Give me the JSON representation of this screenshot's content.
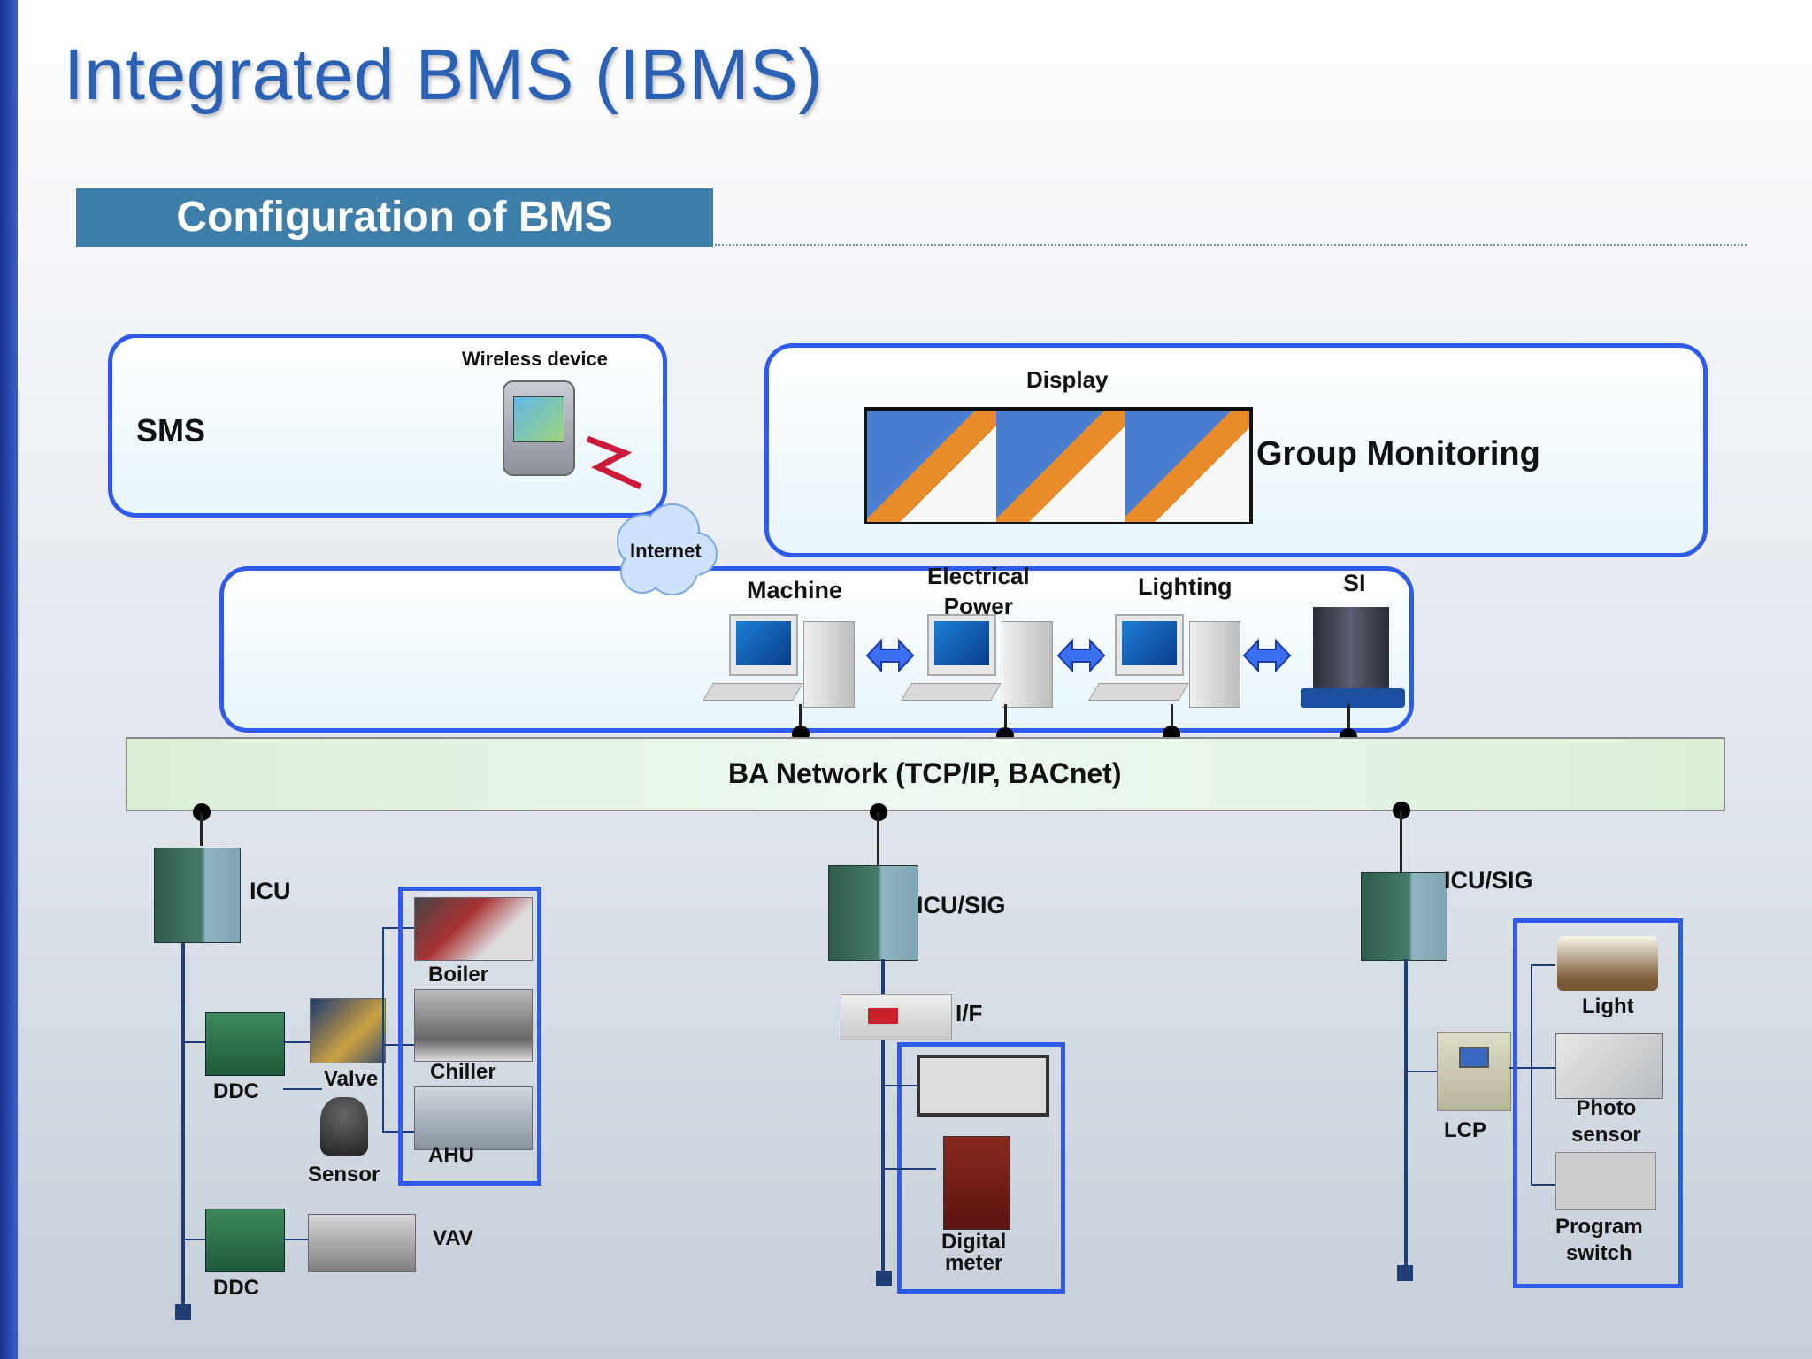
{
  "title": "Integrated BMS (IBMS)",
  "section": "Configuration of BMS",
  "sms": {
    "label": "SMS",
    "wireless": "Wireless device"
  },
  "monitoring": {
    "display": "Display",
    "group": "Group Monitoring"
  },
  "internet": "Internet",
  "servers": {
    "machine": "Machine",
    "electrical_line1": "Electrical",
    "electrical_line2": "Power",
    "lighting": "Lighting",
    "si": "SI"
  },
  "network": "BA Network (TCP/IP, BACnet)",
  "left": {
    "icu": "ICU",
    "ddc1": "DDC",
    "valve": "Valve",
    "sensor": "Sensor",
    "boiler": "Boiler",
    "chiller": "Chiller",
    "ahu": "AHU",
    "ddc2": "DDC",
    "vav": "VAV"
  },
  "middle": {
    "icu_sig": "ICU/SIG",
    "if": "I/F",
    "digital_meter_line1": "Digital",
    "digital_meter_line2": "meter"
  },
  "right": {
    "icu_sig": "ICU/SIG",
    "lcp": "LCP",
    "light": "Light",
    "photo_line1": "Photo",
    "photo_line2": "sensor",
    "program_line1": "Program",
    "program_line2": "switch"
  },
  "colors": {
    "title": "#2a61b4",
    "section_bg": "#3f7ea8",
    "box_border": "#2f5bec",
    "network_bg": "#dbeed5",
    "line": "#1f3e78"
  }
}
